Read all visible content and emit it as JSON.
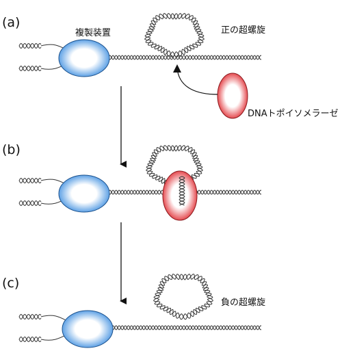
{
  "panels": [
    {
      "label": "(a)"
    },
    {
      "label": "(b)"
    },
    {
      "label": "(c)"
    }
  ],
  "labels": {
    "replication_machinery": "複製装置",
    "positive_supercoil": "正の超螺旋",
    "topoisomerase": "DNAトポイソメラーゼ Ⅱ",
    "negative_supercoil": "負の超螺旋"
  },
  "colors": {
    "replisome_fill": "#3f8fe0",
    "topoisomerase_fill": "#e0282e",
    "dna_stroke": "#333333"
  }
}
